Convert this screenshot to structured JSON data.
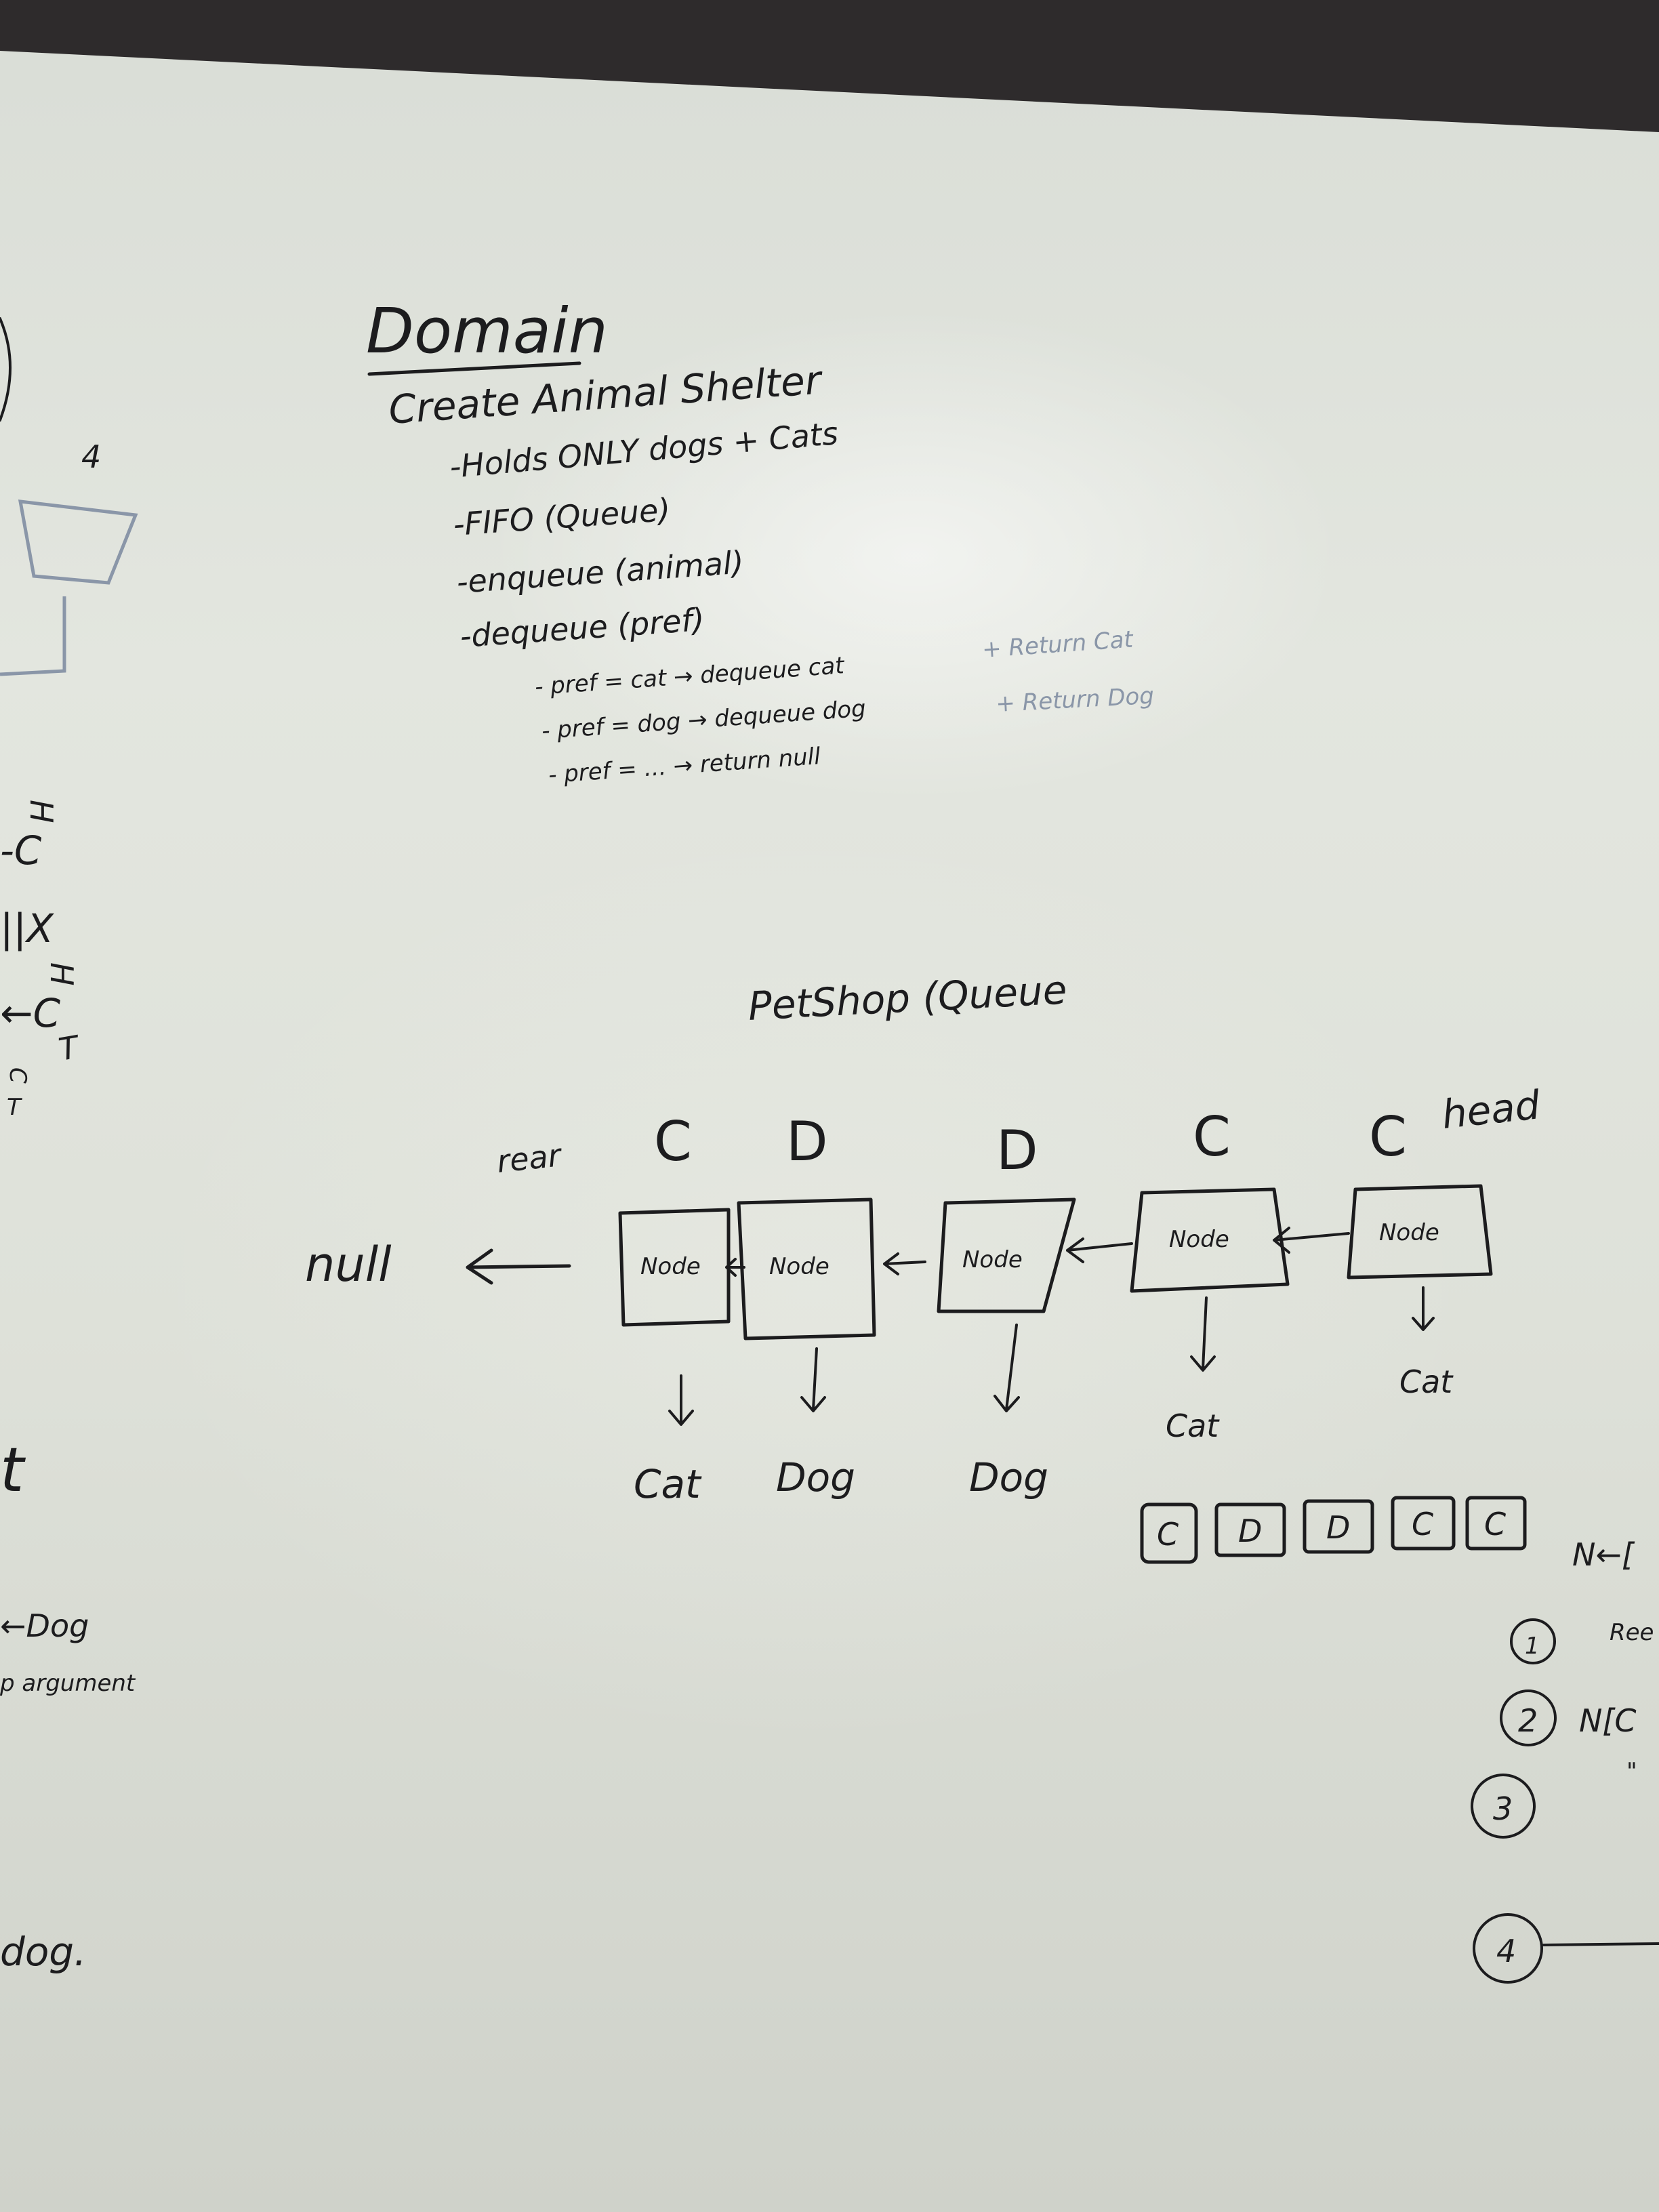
{
  "notes": {
    "title": "Domain",
    "heading": "Create Animal Shelter",
    "bullets": [
      "-Holds ONLY dogs + Cats",
      "-FIFO (Queue)",
      "-enqueue (animal)",
      "-dequeue (pref)"
    ],
    "sub_bullets": [
      "- pref = cat → dequeue cat",
      "- pref = dog → dequeue dog",
      "- pref = ... → return null"
    ],
    "faint_notes": [
      "+ Return Cat",
      "+ Return Dog"
    ]
  },
  "diagram": {
    "title": "PetShop (Queue",
    "null_label": "null",
    "rear_label": "rear",
    "head_label": "head",
    "node_letters": [
      "C",
      "D",
      "D",
      "C",
      "C"
    ],
    "node_box_label": "Node",
    "node_values": [
      "Cat",
      "Dog",
      "Dog",
      "Cat",
      "Cat"
    ]
  },
  "mini_queue": {
    "cells": [
      "C",
      "D",
      "D",
      "C",
      "C"
    ],
    "side": "N←["
  },
  "steps": [
    {
      "num": "1",
      "text": "Ree"
    },
    {
      "num": "2",
      "text": "N[C"
    },
    {
      "num": "3",
      "text": "\""
    },
    {
      "num": "4",
      "text": ""
    }
  ],
  "left_edge": {
    "fragments": [
      "H",
      "-C",
      "||X",
      "H",
      "←C",
      "T",
      "C",
      "T",
      "t",
      "←Dog",
      "p argument",
      "dog."
    ]
  }
}
